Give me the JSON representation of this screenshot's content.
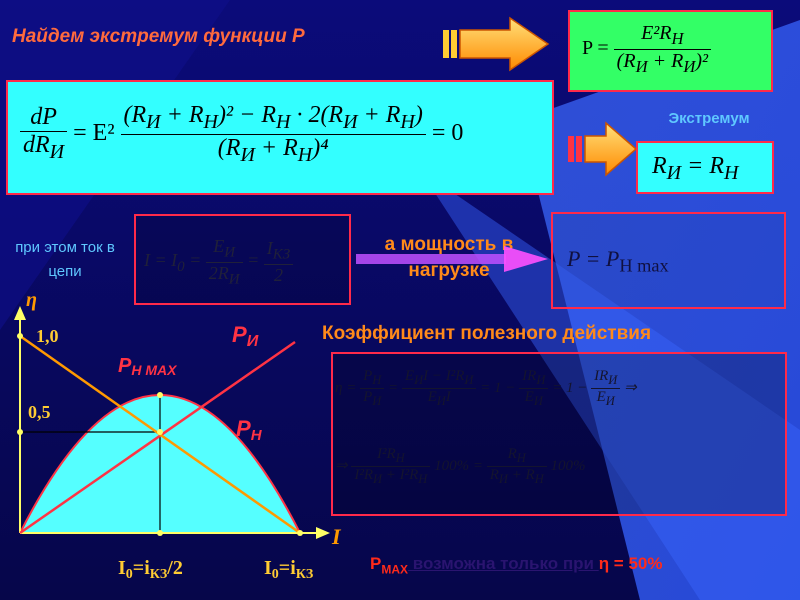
{
  "title": "Найдем экстремум функции  P",
  "formula_power": {
    "lhs": "P =",
    "num": "E²R",
    "num_sub": "Н",
    "den": "(R",
    "den_sub1": "И",
    "den_mid": " + R",
    "den_sub2": "И",
    "den_end": ")²"
  },
  "formula_derivative": {
    "lhs_num": "dP",
    "lhs_den": "dR",
    "lhs_den_sub": "И",
    "eq_e": "= E²",
    "num_a": "(R",
    "num_a_sub1": "И",
    "num_a_mid": " + R",
    "num_a_sub2": "Н",
    "num_a_end": ")²",
    "num_b": " − R",
    "num_b_sub": "Н",
    "num_c": " · 2(R",
    "num_c_sub1": "И",
    "num_c_mid": " + R",
    "num_c_sub2": "Н",
    "num_c_end": ")",
    "den": "(R",
    "den_sub1": "И",
    "den_mid": " + R",
    "den_sub2": "Н",
    "den_end": ")⁴",
    "rhs": "= 0"
  },
  "extremum_label": "Экстремум",
  "extremum_formula": {
    "a": "R",
    "a_sub": "И",
    "eq": " = R",
    "b_sub": "Н"
  },
  "current_label": "при   этом ток  в  цепи",
  "current_formula": {
    "a": "I = I",
    "a_sub": "0",
    "eq1": " = ",
    "n1": "E",
    "n1_sub": "И",
    "d1": "2R",
    "d1_sub": "И",
    "eq2": " = ",
    "n2": "I",
    "n2_sub": "КЗ",
    "d2": "2"
  },
  "power_label": "а   мощность в нагрузке",
  "power_formula": {
    "a": "P = P",
    "a_sub": "H max"
  },
  "efficiency_title": "Коэффициент полезного действия",
  "eff_line1": {
    "eta": "η =",
    "f1n": "P",
    "f1n_sub": "Н",
    "f1d": "P",
    "f1d_sub": "И",
    "eq": " = ",
    "f2n": "E",
    "f2n_sub": "И",
    "f2n_end": "I − I²R",
    "f2n_sub2": "И",
    "f2d": "E",
    "f2d_sub": "И",
    "f2d_end": "I",
    "eq2": " = 1 − ",
    "f3n": "IR",
    "f3n_sub": "И",
    "f3d": "E",
    "f3d_sub": "И",
    "eq3": " = 1 − ",
    "f4n": "IR",
    "f4n_sub": "И",
    "f4d": "E",
    "f4d_sub": "И",
    "arrow": "⇒"
  },
  "eff_line2": {
    "arrow": "⇒",
    "f1n": "I²R",
    "f1n_sub": "Н",
    "f1d": "I²R",
    "f1d_sub": "И",
    "f1d_mid": " + I²R",
    "f1d_sub2": "Н",
    "mult": "100% =",
    "f2n": "R",
    "f2n_sub": "Н",
    "f2d": "R",
    "f2d_sub": "И",
    "f2d_mid": " + R",
    "f2d_sub2": "Н",
    "tail": "100%"
  },
  "conclusion": {
    "p": "P",
    "p_sub": "MAX",
    "text": " возможна только при ",
    "eta": "η = 50%"
  },
  "chart": {
    "eta_axis": "η",
    "current_axis": "I",
    "tick_1": "1,0",
    "tick_05": "0,5",
    "label_pi": "P",
    "label_pi_sub": "И",
    "label_pnmax": "P",
    "label_pnmax_sub": "Н МАХ",
    "label_pn": "P",
    "label_pn_sub": "Н",
    "x_label_half": "I",
    "x_label_half_sub": "0",
    "x_label_half_mid": "=i",
    "x_label_half_sub2": "КЗ",
    "x_label_half_end": "/2",
    "x_label_full": "I",
    "x_label_full_sub": "0",
    "x_label_full_mid": "=i",
    "x_label_full_sub2": "КЗ"
  },
  "colors": {
    "background": "#0a0a6e",
    "cyan_box": "#33ffff",
    "green_box": "#33ff66",
    "red_border": "#ff2a4a",
    "orange_text": "#ff6a3d",
    "accent_blue": "#5fc8ff"
  },
  "icons": [
    "arrow-right-icon",
    "arrow-right-icon",
    "arrow-right-icon"
  ]
}
